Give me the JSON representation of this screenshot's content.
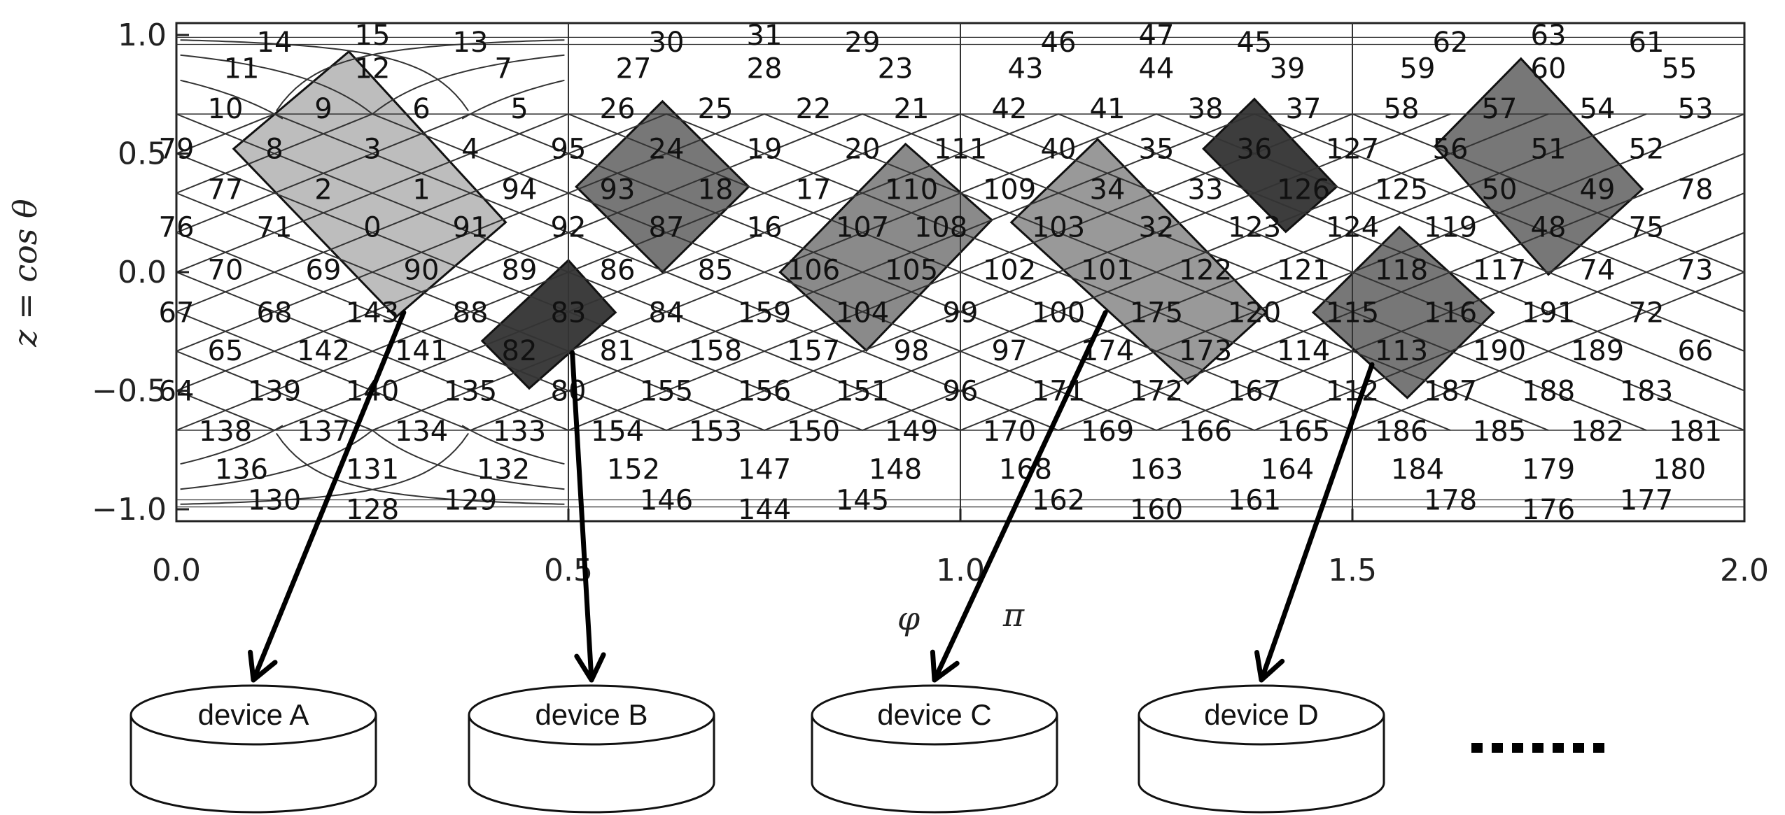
{
  "plot": {
    "xlabel_symbol": "φ",
    "xlabel_unit": "π",
    "ylabel": "z  =  cos θ",
    "xlim": [
      0.0,
      2.0
    ],
    "ylim": [
      -1.05,
      1.05
    ],
    "xticks": [
      "0.0",
      "0.5",
      "1.0",
      "1.5",
      "2.0"
    ],
    "yticks": [
      "1.0",
      "0.5",
      "0.0",
      "−0.5",
      "−1.0"
    ],
    "grid_colors": {
      "lines": "#333333",
      "background": "#ffffff"
    }
  },
  "pixels": [
    {
      "id": "15",
      "phi": 0.25,
      "z": 1.0
    },
    {
      "id": "14",
      "phi": 0.125,
      "z": 0.97
    },
    {
      "id": "13",
      "phi": 0.375,
      "z": 0.97
    },
    {
      "id": "31",
      "phi": 0.75,
      "z": 1.0
    },
    {
      "id": "30",
      "phi": 0.625,
      "z": 0.97
    },
    {
      "id": "29",
      "phi": 0.875,
      "z": 0.97
    },
    {
      "id": "47",
      "phi": 1.25,
      "z": 1.0
    },
    {
      "id": "46",
      "phi": 1.125,
      "z": 0.97
    },
    {
      "id": "45",
      "phi": 1.375,
      "z": 0.97
    },
    {
      "id": "63",
      "phi": 1.75,
      "z": 1.0
    },
    {
      "id": "62",
      "phi": 1.625,
      "z": 0.97
    },
    {
      "id": "61",
      "phi": 1.875,
      "z": 0.97
    },
    {
      "id": "11",
      "phi": 0.083,
      "z": 0.86
    },
    {
      "id": "12",
      "phi": 0.25,
      "z": 0.86
    },
    {
      "id": "7",
      "phi": 0.417,
      "z": 0.86
    },
    {
      "id": "27",
      "phi": 0.583,
      "z": 0.86
    },
    {
      "id": "28",
      "phi": 0.75,
      "z": 0.86
    },
    {
      "id": "23",
      "phi": 0.917,
      "z": 0.86
    },
    {
      "id": "43",
      "phi": 1.083,
      "z": 0.86
    },
    {
      "id": "44",
      "phi": 1.25,
      "z": 0.86
    },
    {
      "id": "39",
      "phi": 1.417,
      "z": 0.86
    },
    {
      "id": "59",
      "phi": 1.583,
      "z": 0.86
    },
    {
      "id": "60",
      "phi": 1.75,
      "z": 0.86
    },
    {
      "id": "55",
      "phi": 1.917,
      "z": 0.86
    },
    {
      "id": "10",
      "phi": 0.0625,
      "z": 0.69
    },
    {
      "id": "9",
      "phi": 0.1875,
      "z": 0.69
    },
    {
      "id": "6",
      "phi": 0.3125,
      "z": 0.69
    },
    {
      "id": "5",
      "phi": 0.4375,
      "z": 0.69
    },
    {
      "id": "26",
      "phi": 0.5625,
      "z": 0.69
    },
    {
      "id": "25",
      "phi": 0.6875,
      "z": 0.69
    },
    {
      "id": "22",
      "phi": 0.8125,
      "z": 0.69
    },
    {
      "id": "21",
      "phi": 0.9375,
      "z": 0.69
    },
    {
      "id": "42",
      "phi": 1.0625,
      "z": 0.69
    },
    {
      "id": "41",
      "phi": 1.1875,
      "z": 0.69
    },
    {
      "id": "38",
      "phi": 1.3125,
      "z": 0.69
    },
    {
      "id": "37",
      "phi": 1.4375,
      "z": 0.69
    },
    {
      "id": "58",
      "phi": 1.5625,
      "z": 0.69
    },
    {
      "id": "57",
      "phi": 1.6875,
      "z": 0.69
    },
    {
      "id": "54",
      "phi": 1.8125,
      "z": 0.69
    },
    {
      "id": "53",
      "phi": 1.9375,
      "z": 0.69
    },
    {
      "id": "79",
      "phi": 0.0,
      "z": 0.52
    },
    {
      "id": "8",
      "phi": 0.125,
      "z": 0.52
    },
    {
      "id": "3",
      "phi": 0.25,
      "z": 0.52
    },
    {
      "id": "4",
      "phi": 0.375,
      "z": 0.52
    },
    {
      "id": "95",
      "phi": 0.5,
      "z": 0.52
    },
    {
      "id": "24",
      "phi": 0.625,
      "z": 0.52
    },
    {
      "id": "19",
      "phi": 0.75,
      "z": 0.52
    },
    {
      "id": "20",
      "phi": 0.875,
      "z": 0.52
    },
    {
      "id": "111",
      "phi": 1.0,
      "z": 0.52
    },
    {
      "id": "40",
      "phi": 1.125,
      "z": 0.52
    },
    {
      "id": "35",
      "phi": 1.25,
      "z": 0.52
    },
    {
      "id": "36",
      "phi": 1.375,
      "z": 0.52
    },
    {
      "id": "127",
      "phi": 1.5,
      "z": 0.52
    },
    {
      "id": "56",
      "phi": 1.625,
      "z": 0.52
    },
    {
      "id": "51",
      "phi": 1.75,
      "z": 0.52
    },
    {
      "id": "52",
      "phi": 1.875,
      "z": 0.52
    },
    {
      "id": "77",
      "phi": 0.0625,
      "z": 0.35
    },
    {
      "id": "2",
      "phi": 0.1875,
      "z": 0.35
    },
    {
      "id": "1",
      "phi": 0.3125,
      "z": 0.35
    },
    {
      "id": "94",
      "phi": 0.4375,
      "z": 0.35
    },
    {
      "id": "93",
      "phi": 0.5625,
      "z": 0.35
    },
    {
      "id": "18",
      "phi": 0.6875,
      "z": 0.35
    },
    {
      "id": "17",
      "phi": 0.8125,
      "z": 0.35
    },
    {
      "id": "110",
      "phi": 0.9375,
      "z": 0.35
    },
    {
      "id": "109",
      "phi": 1.0625,
      "z": 0.35
    },
    {
      "id": "34",
      "phi": 1.1875,
      "z": 0.35
    },
    {
      "id": "33",
      "phi": 1.3125,
      "z": 0.35
    },
    {
      "id": "126",
      "phi": 1.4375,
      "z": 0.35
    },
    {
      "id": "125",
      "phi": 1.5625,
      "z": 0.35
    },
    {
      "id": "50",
      "phi": 1.6875,
      "z": 0.35
    },
    {
      "id": "49",
      "phi": 1.8125,
      "z": 0.35
    },
    {
      "id": "78",
      "phi": 1.9375,
      "z": 0.35
    },
    {
      "id": "76",
      "phi": 0.0,
      "z": 0.19
    },
    {
      "id": "71",
      "phi": 0.125,
      "z": 0.19
    },
    {
      "id": "0",
      "phi": 0.25,
      "z": 0.19
    },
    {
      "id": "91",
      "phi": 0.375,
      "z": 0.19
    },
    {
      "id": "92",
      "phi": 0.5,
      "z": 0.19
    },
    {
      "id": "87",
      "phi": 0.625,
      "z": 0.19
    },
    {
      "id": "16",
      "phi": 0.75,
      "z": 0.19
    },
    {
      "id": "107",
      "phi": 0.875,
      "z": 0.19
    },
    {
      "id": "108",
      "phi": 0.975,
      "z": 0.19
    },
    {
      "id": "103",
      "phi": 1.125,
      "z": 0.19
    },
    {
      "id": "32",
      "phi": 1.25,
      "z": 0.19
    },
    {
      "id": "123",
      "phi": 1.375,
      "z": 0.19
    },
    {
      "id": "124",
      "phi": 1.5,
      "z": 0.19
    },
    {
      "id": "119",
      "phi": 1.625,
      "z": 0.19
    },
    {
      "id": "48",
      "phi": 1.75,
      "z": 0.19
    },
    {
      "id": "75",
      "phi": 1.875,
      "z": 0.19
    },
    {
      "id": "70",
      "phi": 0.0625,
      "z": 0.01
    },
    {
      "id": "69",
      "phi": 0.1875,
      "z": 0.01
    },
    {
      "id": "90",
      "phi": 0.3125,
      "z": 0.01
    },
    {
      "id": "89",
      "phi": 0.4375,
      "z": 0.01
    },
    {
      "id": "86",
      "phi": 0.5625,
      "z": 0.01
    },
    {
      "id": "85",
      "phi": 0.6875,
      "z": 0.01
    },
    {
      "id": "106",
      "phi": 0.8125,
      "z": 0.01
    },
    {
      "id": "105",
      "phi": 0.9375,
      "z": 0.01
    },
    {
      "id": "102",
      "phi": 1.0625,
      "z": 0.01
    },
    {
      "id": "101",
      "phi": 1.1875,
      "z": 0.01
    },
    {
      "id": "122",
      "phi": 1.3125,
      "z": 0.01
    },
    {
      "id": "121",
      "phi": 1.4375,
      "z": 0.01
    },
    {
      "id": "118",
      "phi": 1.5625,
      "z": 0.01
    },
    {
      "id": "117",
      "phi": 1.6875,
      "z": 0.01
    },
    {
      "id": "74",
      "phi": 1.8125,
      "z": 0.01
    },
    {
      "id": "73",
      "phi": 1.9375,
      "z": 0.01
    },
    {
      "id": "67",
      "phi": 0.0,
      "z": -0.17
    },
    {
      "id": "68",
      "phi": 0.125,
      "z": -0.17
    },
    {
      "id": "143",
      "phi": 0.25,
      "z": -0.17
    },
    {
      "id": "88",
      "phi": 0.375,
      "z": -0.17
    },
    {
      "id": "83",
      "phi": 0.5,
      "z": -0.17
    },
    {
      "id": "84",
      "phi": 0.625,
      "z": -0.17
    },
    {
      "id": "159",
      "phi": 0.75,
      "z": -0.17
    },
    {
      "id": "104",
      "phi": 0.875,
      "z": -0.17
    },
    {
      "id": "99",
      "phi": 1.0,
      "z": -0.17
    },
    {
      "id": "100",
      "phi": 1.125,
      "z": -0.17
    },
    {
      "id": "175",
      "phi": 1.25,
      "z": -0.17
    },
    {
      "id": "120",
      "phi": 1.375,
      "z": -0.17
    },
    {
      "id": "115",
      "phi": 1.5,
      "z": -0.17
    },
    {
      "id": "116",
      "phi": 1.625,
      "z": -0.17
    },
    {
      "id": "191",
      "phi": 1.75,
      "z": -0.17
    },
    {
      "id": "72",
      "phi": 1.875,
      "z": -0.17
    },
    {
      "id": "65",
      "phi": 0.0625,
      "z": -0.33
    },
    {
      "id": "142",
      "phi": 0.1875,
      "z": -0.33
    },
    {
      "id": "141",
      "phi": 0.3125,
      "z": -0.33
    },
    {
      "id": "82",
      "phi": 0.4375,
      "z": -0.33
    },
    {
      "id": "81",
      "phi": 0.5625,
      "z": -0.33
    },
    {
      "id": "158",
      "phi": 0.6875,
      "z": -0.33
    },
    {
      "id": "157",
      "phi": 0.8125,
      "z": -0.33
    },
    {
      "id": "98",
      "phi": 0.9375,
      "z": -0.33
    },
    {
      "id": "97",
      "phi": 1.0625,
      "z": -0.33
    },
    {
      "id": "174",
      "phi": 1.1875,
      "z": -0.33
    },
    {
      "id": "173",
      "phi": 1.3125,
      "z": -0.33
    },
    {
      "id": "114",
      "phi": 1.4375,
      "z": -0.33
    },
    {
      "id": "113",
      "phi": 1.5625,
      "z": -0.33
    },
    {
      "id": "190",
      "phi": 1.6875,
      "z": -0.33
    },
    {
      "id": "189",
      "phi": 1.8125,
      "z": -0.33
    },
    {
      "id": "66",
      "phi": 1.9375,
      "z": -0.33
    },
    {
      "id": "64",
      "phi": 0.0,
      "z": -0.5
    },
    {
      "id": "139",
      "phi": 0.125,
      "z": -0.5
    },
    {
      "id": "140",
      "phi": 0.25,
      "z": -0.5
    },
    {
      "id": "135",
      "phi": 0.375,
      "z": -0.5
    },
    {
      "id": "80",
      "phi": 0.5,
      "z": -0.5
    },
    {
      "id": "155",
      "phi": 0.625,
      "z": -0.5
    },
    {
      "id": "156",
      "phi": 0.75,
      "z": -0.5
    },
    {
      "id": "151",
      "phi": 0.875,
      "z": -0.5
    },
    {
      "id": "96",
      "phi": 1.0,
      "z": -0.5
    },
    {
      "id": "171",
      "phi": 1.125,
      "z": -0.5
    },
    {
      "id": "172",
      "phi": 1.25,
      "z": -0.5
    },
    {
      "id": "167",
      "phi": 1.375,
      "z": -0.5
    },
    {
      "id": "112",
      "phi": 1.5,
      "z": -0.5
    },
    {
      "id": "187",
      "phi": 1.625,
      "z": -0.5
    },
    {
      "id": "188",
      "phi": 1.75,
      "z": -0.5
    },
    {
      "id": "183",
      "phi": 1.875,
      "z": -0.5
    },
    {
      "id": "138",
      "phi": 0.0625,
      "z": -0.67
    },
    {
      "id": "137",
      "phi": 0.1875,
      "z": -0.67
    },
    {
      "id": "134",
      "phi": 0.3125,
      "z": -0.67
    },
    {
      "id": "133",
      "phi": 0.4375,
      "z": -0.67
    },
    {
      "id": "154",
      "phi": 0.5625,
      "z": -0.67
    },
    {
      "id": "153",
      "phi": 0.6875,
      "z": -0.67
    },
    {
      "id": "150",
      "phi": 0.8125,
      "z": -0.67
    },
    {
      "id": "149",
      "phi": 0.9375,
      "z": -0.67
    },
    {
      "id": "170",
      "phi": 1.0625,
      "z": -0.67
    },
    {
      "id": "169",
      "phi": 1.1875,
      "z": -0.67
    },
    {
      "id": "166",
      "phi": 1.3125,
      "z": -0.67
    },
    {
      "id": "165",
      "phi": 1.4375,
      "z": -0.67
    },
    {
      "id": "186",
      "phi": 1.5625,
      "z": -0.67
    },
    {
      "id": "185",
      "phi": 1.6875,
      "z": -0.67
    },
    {
      "id": "182",
      "phi": 1.8125,
      "z": -0.67
    },
    {
      "id": "181",
      "phi": 1.9375,
      "z": -0.67
    },
    {
      "id": "136",
      "phi": 0.083,
      "z": -0.83
    },
    {
      "id": "131",
      "phi": 0.25,
      "z": -0.83
    },
    {
      "id": "132",
      "phi": 0.417,
      "z": -0.83
    },
    {
      "id": "152",
      "phi": 0.583,
      "z": -0.83
    },
    {
      "id": "147",
      "phi": 0.75,
      "z": -0.83
    },
    {
      "id": "148",
      "phi": 0.917,
      "z": -0.83
    },
    {
      "id": "168",
      "phi": 1.083,
      "z": -0.83
    },
    {
      "id": "163",
      "phi": 1.25,
      "z": -0.83
    },
    {
      "id": "164",
      "phi": 1.417,
      "z": -0.83
    },
    {
      "id": "184",
      "phi": 1.583,
      "z": -0.83
    },
    {
      "id": "179",
      "phi": 1.75,
      "z": -0.83
    },
    {
      "id": "180",
      "phi": 1.917,
      "z": -0.83
    },
    {
      "id": "130",
      "phi": 0.125,
      "z": -0.96
    },
    {
      "id": "129",
      "phi": 0.375,
      "z": -0.96
    },
    {
      "id": "146",
      "phi": 0.625,
      "z": -0.96
    },
    {
      "id": "145",
      "phi": 0.875,
      "z": -0.96
    },
    {
      "id": "162",
      "phi": 1.125,
      "z": -0.96
    },
    {
      "id": "161",
      "phi": 1.375,
      "z": -0.96
    },
    {
      "id": "178",
      "phi": 1.625,
      "z": -0.96
    },
    {
      "id": "177",
      "phi": 1.875,
      "z": -0.96
    },
    {
      "id": "128",
      "phi": 0.25,
      "z": -1.0
    },
    {
      "id": "144",
      "phi": 0.75,
      "z": -1.0
    },
    {
      "id": "160",
      "phi": 1.25,
      "z": -1.0
    },
    {
      "id": "176",
      "phi": 1.75,
      "z": -1.0
    }
  ],
  "regions": [
    {
      "shade": "#bdbdbd",
      "pixels": [
        "9",
        "8",
        "3",
        "2",
        "1",
        "0",
        "91",
        "90"
      ],
      "phi": [
        0.073,
        0.22,
        0.42,
        0.28
      ],
      "z": [
        0.52,
        0.93,
        0.21,
        -0.19
      ]
    },
    {
      "shade": "#777777",
      "pixels": [
        "24",
        "93",
        "18",
        "87"
      ],
      "phi": [
        0.51,
        0.62,
        0.73,
        0.62
      ],
      "z": [
        0.36,
        0.72,
        0.36,
        0.0
      ]
    },
    {
      "shade": "#3d3d3d",
      "pixels": [
        "83",
        "82"
      ],
      "phi": [
        0.39,
        0.5,
        0.56,
        0.45
      ],
      "z": [
        -0.29,
        0.05,
        -0.17,
        -0.49
      ]
    },
    {
      "shade": "#8a8a8a",
      "pixels": [
        "110",
        "107",
        "108",
        "106",
        "105",
        "104"
      ],
      "phi": [
        0.77,
        0.93,
        1.04,
        0.88
      ],
      "z": [
        0.0,
        0.54,
        0.22,
        -0.33
      ]
    },
    {
      "shade": "#999999",
      "pixels": [
        "34",
        "103",
        "32",
        "101",
        "122",
        "175",
        "120",
        "173"
      ],
      "phi": [
        1.065,
        1.175,
        1.39,
        1.29
      ],
      "z": [
        0.21,
        0.56,
        -0.17,
        -0.47
      ]
    },
    {
      "shade": "#3d3d3d",
      "pixels": [
        "36",
        "126"
      ],
      "phi": [
        1.31,
        1.375,
        1.48,
        1.415
      ],
      "z": [
        0.52,
        0.73,
        0.36,
        0.17
      ]
    },
    {
      "shade": "#777777",
      "pixels": [
        "118",
        "115",
        "116",
        "113"
      ],
      "phi": [
        1.45,
        1.56,
        1.68,
        1.57
      ],
      "z": [
        -0.17,
        0.19,
        -0.17,
        -0.53
      ]
    },
    {
      "shade": "#777777",
      "pixels": [
        "57",
        "56",
        "51",
        "50",
        "49",
        "48"
      ],
      "phi": [
        1.605,
        1.715,
        1.87,
        1.75
      ],
      "z": [
        0.53,
        0.9,
        0.35,
        -0.01
      ]
    }
  ],
  "arrows": [
    {
      "from_phi": 0.29,
      "from_z": -0.17,
      "device": 0
    },
    {
      "from_phi": 0.505,
      "from_z": -0.34,
      "device": 1
    },
    {
      "from_phi": 1.185,
      "from_z": -0.17,
      "device": 2
    },
    {
      "from_phi": 1.525,
      "from_z": -0.39,
      "device": 3
    }
  ],
  "devices": [
    {
      "label": "device A"
    },
    {
      "label": "device B"
    },
    {
      "label": "device C"
    },
    {
      "label": "device D"
    }
  ],
  "ellipsis_marker": "more-devices-dots"
}
